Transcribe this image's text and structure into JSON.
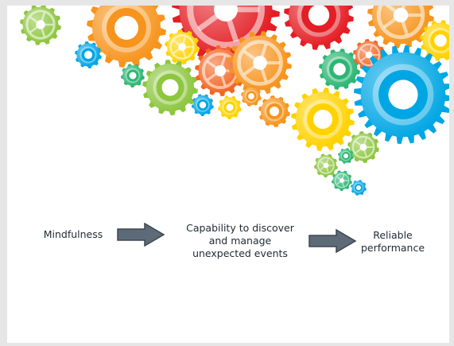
{
  "diagram": {
    "steps": [
      {
        "label": "Mindfulness"
      },
      {
        "label": "Capability to discover\nand manage\nunexpected events"
      },
      {
        "label": "Reliable\nperformance"
      }
    ],
    "arrow_color": "#5d6b78",
    "arrow_outline": "#3e4751"
  },
  "decoration": {
    "image": "colorful-interlocking-gears",
    "colors": [
      "#8dc63f",
      "#f7941d",
      "#e31e24",
      "#00a6e4",
      "#ffd200",
      "#f26522",
      "#2bb673"
    ]
  }
}
